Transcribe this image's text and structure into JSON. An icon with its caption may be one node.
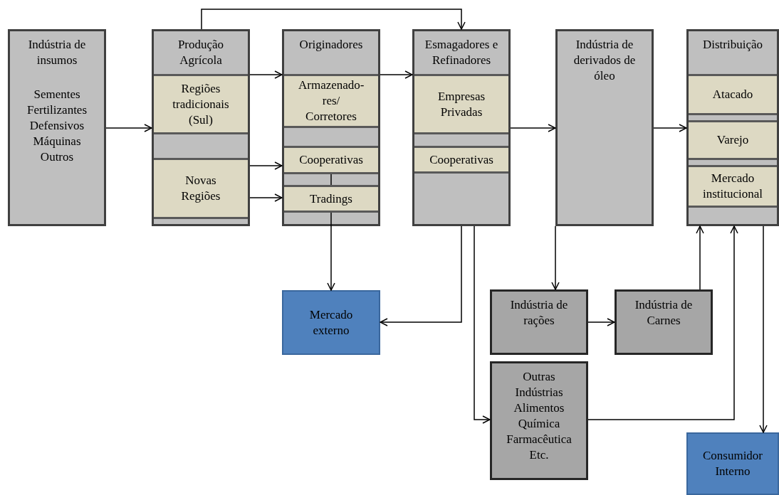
{
  "diagram": {
    "nodes": [
      {
        "text": [
          "Indústria de insumos",
          "Sementes Fertilizantes Defensivos Máquinas Outros"
        ]
      },
      {
        "text": [
          "Produção Agrícola"
        ]
      },
      {
        "text": [
          "Regiões tradicionais (Sul)"
        ],
        "in": 1
      },
      {
        "text": [
          "Novas Regiões"
        ],
        "in": 1
      },
      {
        "text": [
          "Originadores"
        ]
      },
      {
        "text": [
          "Armazenado- res/ Corretores"
        ],
        "in": 4
      },
      {
        "text": [
          "Cooperativas"
        ],
        "in": 4
      },
      {
        "text": [
          "Tradings"
        ],
        "in": 4
      },
      {
        "text": [
          "Esmagadores e Refinadores"
        ]
      },
      {
        "text": [
          "Empresas Privadas"
        ],
        "in": 8
      },
      {
        "text": [
          "Cooperativas"
        ],
        "in": 8
      },
      {
        "text": [
          "Indústria de derivados de óleo"
        ]
      },
      {
        "text": [
          "Distribuição"
        ]
      },
      {
        "text": [
          "Atacado"
        ],
        "in": 12
      },
      {
        "text": [
          "Varejo"
        ],
        "in": 12
      },
      {
        "text": [
          "Mercado institucional"
        ],
        "in": 12
      },
      {
        "text": [
          "Mercado externo"
        ]
      },
      {
        "text": [
          "Indústria de rações"
        ]
      },
      {
        "text": [
          "Indústria de Carnes"
        ]
      },
      {
        "text": [
          "Outras Indústrias Alimentos Química Farmacêutica Etc."
        ]
      },
      {
        "text": [
          "Consumidor Interno"
        ]
      }
    ],
    "edges": [
      {
        "from": 0,
        "to": 1,
        "arrow": "to"
      },
      {
        "from": 1,
        "to": 8,
        "arrow": "to"
      },
      {
        "from": 1,
        "to": 4,
        "arrow": "to"
      },
      {
        "from": 3,
        "to": 6,
        "arrow": "to"
      },
      {
        "from": 3,
        "to": 7,
        "arrow": "to"
      },
      {
        "from": 4,
        "to": 8,
        "arrow": "to"
      },
      {
        "from": 6,
        "to": 7,
        "arrow": "none"
      },
      {
        "from": 7,
        "to": 16,
        "arrow": "to"
      },
      {
        "from": 8,
        "to": 16,
        "arrow": "to"
      },
      {
        "from": 8,
        "to": 19,
        "arrow": "to"
      },
      {
        "from": 8,
        "to": 11,
        "arrow": "to"
      },
      {
        "from": 11,
        "to": 12,
        "arrow": "to"
      },
      {
        "from": 11,
        "to": 17,
        "arrow": "to"
      },
      {
        "from": 17,
        "to": 18,
        "arrow": "to"
      },
      {
        "from": 18,
        "to": 12,
        "arrow": "to"
      },
      {
        "from": 19,
        "to": 12,
        "arrow": "to"
      },
      {
        "from": 12,
        "to": 20,
        "arrow": "to"
      }
    ]
  }
}
